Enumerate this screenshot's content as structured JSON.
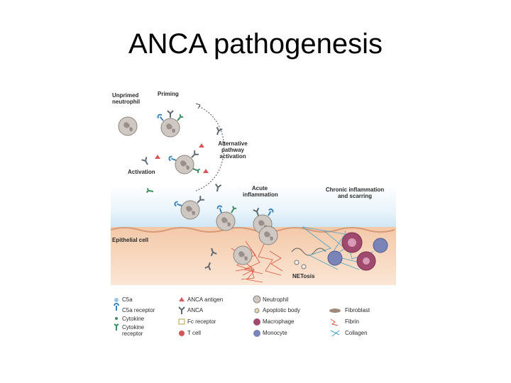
{
  "slide": {
    "title": "ANCA pathogenesis"
  },
  "diagram": {
    "stages": {
      "unprimed": "Unprimed neutrophil",
      "priming": "Priming",
      "activation": "Activation",
      "alternative": "Alternative pathway activation",
      "acute": "Acute inflammation",
      "chronic": "Chronic inflammation and scarring",
      "epithelial": "Epithelial cell",
      "netosis": "NETosis"
    },
    "legend": {
      "c5a": "C5a",
      "c5a_receptor": "C5a receptor",
      "cytokine": "Cytokine",
      "cytokine_receptor": "Cytokine receptor",
      "anca_antigen": "ANCA antigen",
      "anca": "ANCA",
      "fc_receptor": "Fc receptor",
      "t_cell": "T cell",
      "neutrophil": "Neutrophil",
      "apoptotic_body": "Apoptotic body",
      "macrophage": "Macrophage",
      "monocyte": "Monocyte",
      "fibroblast": "Fibroblast",
      "fibrin": "Fibrin",
      "collagen": "Collagen"
    },
    "colors": {
      "tissue": "#f6d3b8",
      "lumen_gradient": "#d8ecf6",
      "neutrophil": "#c9c2bc",
      "c5a_receptor": "#3d84b8",
      "cytokine_receptor": "#3f8d63",
      "anca": "#5f6a72",
      "anca_antigen": "#d2585a",
      "fibrin": "#d8553f",
      "macrophage": "#a04a6e",
      "monocyte": "#7a84b7",
      "collagen": "#4ba3c7"
    }
  }
}
